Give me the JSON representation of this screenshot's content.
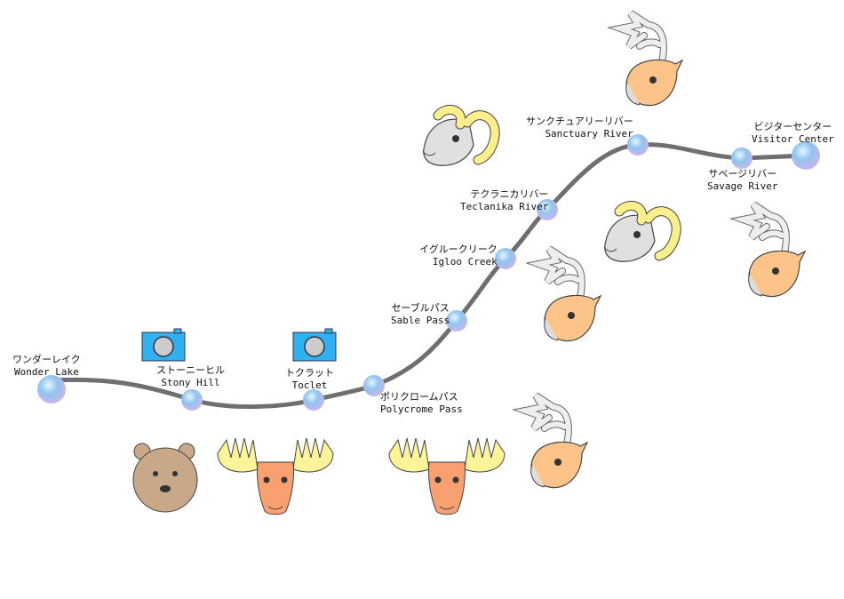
{
  "map": {
    "stops": [
      {
        "ja": "ワンダーレイク",
        "en": "Wonder Lake"
      },
      {
        "ja": "ストーニーヒル",
        "en": "Stony Hill"
      },
      {
        "ja": "トクラット",
        "en": "Toclet"
      },
      {
        "ja": "ポリクロームパス",
        "en": "Polycrome Pass"
      },
      {
        "ja": "セーブルパス",
        "en": "Sable Pass"
      },
      {
        "ja": "イグルークリーク",
        "en": "Igloo Creek"
      },
      {
        "ja": "テクラニカリバー",
        "en": "Teclanika River"
      },
      {
        "ja": "サンクチュアリーリバー",
        "en": "Sanctuary River"
      },
      {
        "ja": "サベージリバー",
        "en": "Savage River"
      },
      {
        "ja": "ビジターセンター",
        "en": "Visitor Center"
      }
    ],
    "colors": {
      "road": "#6f6f6f",
      "stop": "#8fc4ee",
      "caribou": "#fdc48a",
      "moose": "#f9a070",
      "antler": "#fdf49a",
      "bear": "#c8a888",
      "camera": "#2fb0f0"
    }
  }
}
